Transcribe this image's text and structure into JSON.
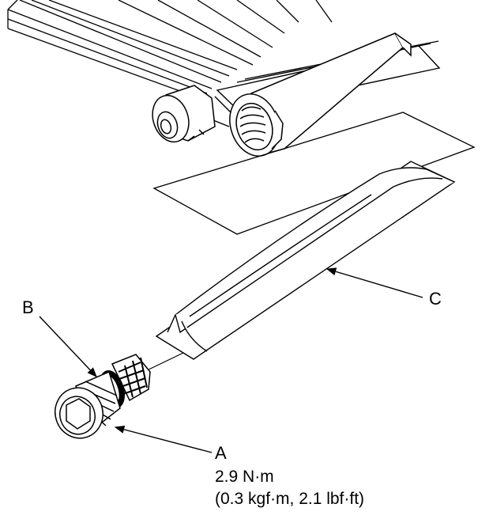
{
  "labels": {
    "a": "A",
    "b": "B",
    "c": "C"
  },
  "torque": {
    "line1": "2.9 N·m",
    "line2": "(0.3 kgf·m, 2.1 lbf·ft)"
  },
  "colors": {
    "ink": "#000000",
    "paper": "#ffffff"
  }
}
